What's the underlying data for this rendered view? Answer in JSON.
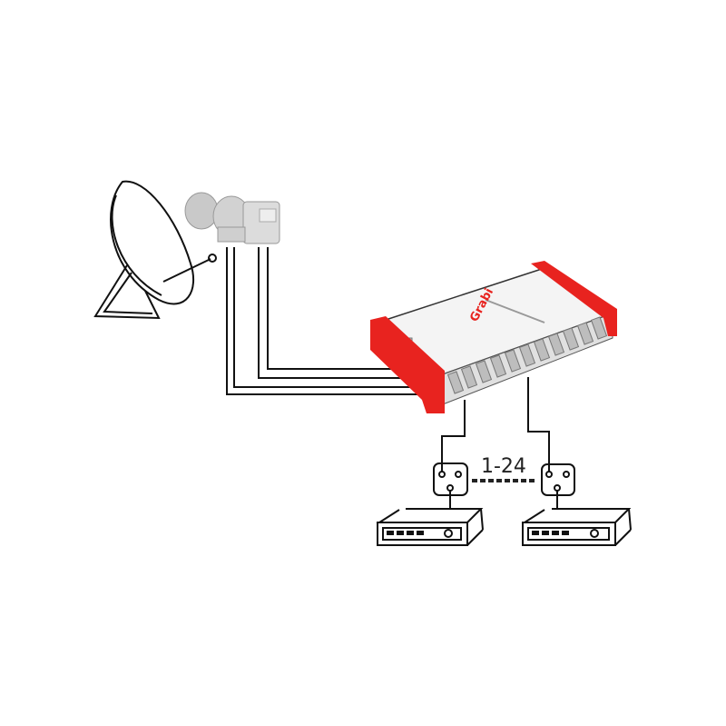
{
  "diagram": {
    "channel_range_label": "1-24",
    "multiswitch_logo": "Grabi",
    "components": [
      "satellite-dish",
      "lnb",
      "multiswitch",
      "wall-outlet",
      "receiver"
    ],
    "colors": {
      "multiswitch_end_caps": "#e8231f",
      "multiswitch_body": "#f2f2f2",
      "lines": "#111111"
    }
  }
}
